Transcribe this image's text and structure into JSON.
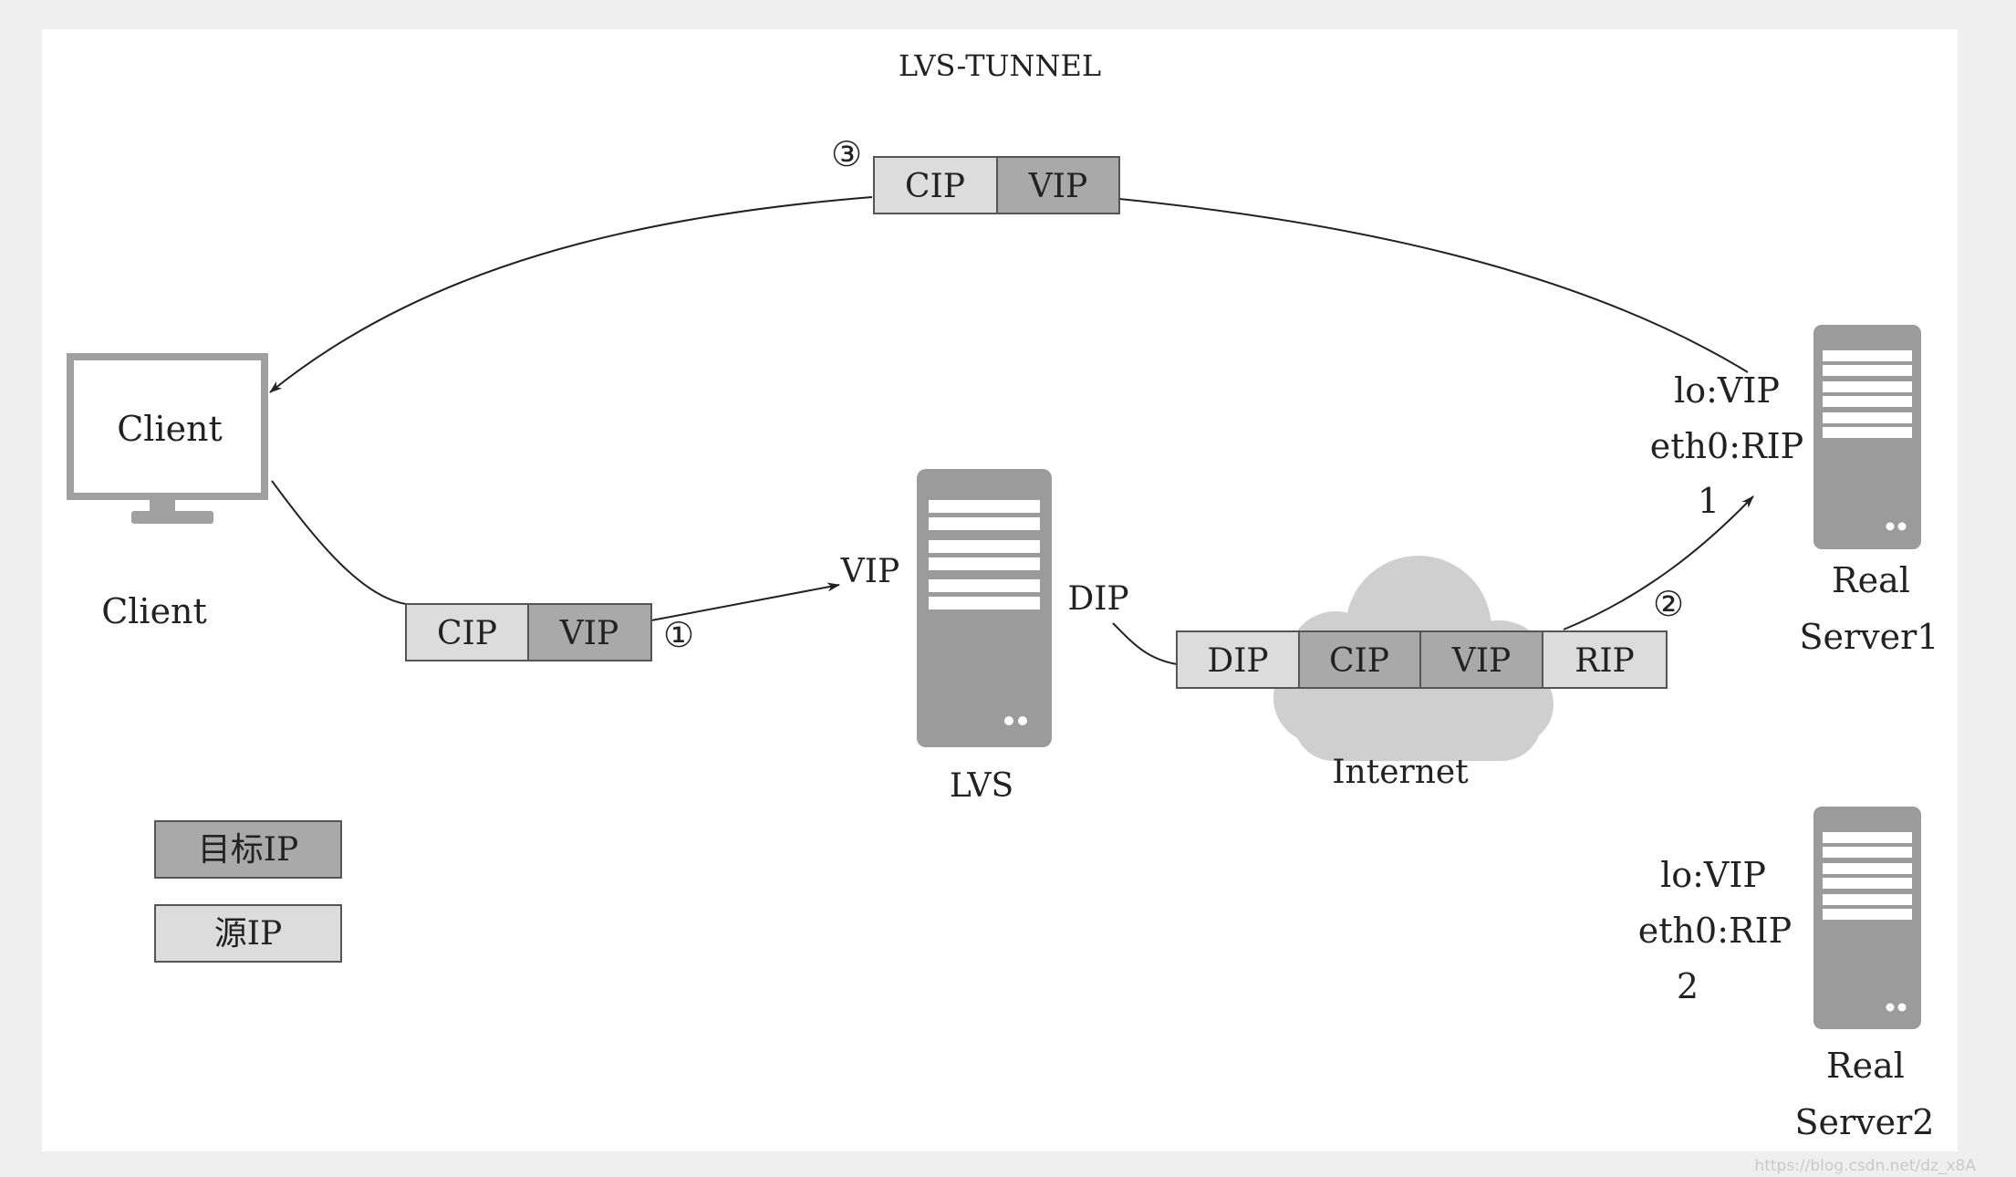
{
  "title": "LVS-TUNNEL",
  "nodes": {
    "client": {
      "screen_label": "Client",
      "caption": "Client"
    },
    "lvs": {
      "caption": "LVS",
      "left_label": "VIP",
      "right_label": "DIP"
    },
    "internet": {
      "caption": "Internet"
    },
    "real_server_1": {
      "iface_lo": "lo:VIP",
      "iface_eth0": "eth0:RIP",
      "index": "1",
      "caption_line1": "Real",
      "caption_line2": "Server1"
    },
    "real_server_2": {
      "iface_lo": "lo:VIP",
      "iface_eth0": "eth0:RIP",
      "index": "2",
      "caption_line1": "Real",
      "caption_line2": "Server2"
    }
  },
  "packets": {
    "step1": {
      "marker": "①",
      "fields": [
        {
          "label": "CIP",
          "kind": "source"
        },
        {
          "label": "VIP",
          "kind": "target"
        }
      ]
    },
    "step2": {
      "marker": "②",
      "fields": [
        {
          "label": "DIP",
          "kind": "source"
        },
        {
          "label": "CIP",
          "kind": "target"
        },
        {
          "label": "VIP",
          "kind": "target"
        },
        {
          "label": "RIP",
          "kind": "source"
        }
      ]
    },
    "step3": {
      "marker": "③",
      "fields": [
        {
          "label": "CIP",
          "kind": "source"
        },
        {
          "label": "VIP",
          "kind": "target"
        }
      ]
    }
  },
  "legend": {
    "target_ip": "目标IP",
    "source_ip": "源IP"
  },
  "colors": {
    "target_fill": "#a9a9a9",
    "source_fill": "#dcdcdc",
    "server_body": "#9b9b9b",
    "cloud": "#cfcfcf",
    "line": "#222222"
  },
  "watermark": "https://blog.csdn.net/dz_x8A"
}
